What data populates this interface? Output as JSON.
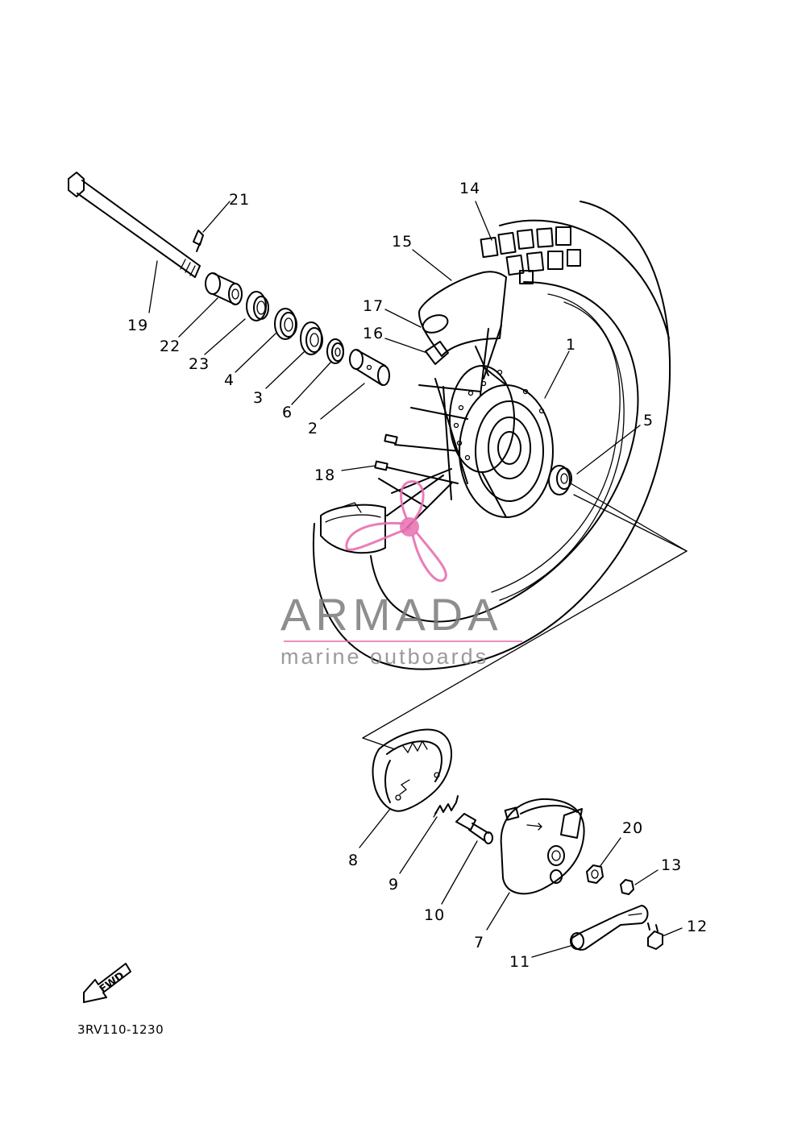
{
  "diagram": {
    "drawing_code": "3RV110-1230",
    "direction_arrow_label": "FWD",
    "part_labels": [
      "1",
      "2",
      "3",
      "4",
      "5",
      "6",
      "7",
      "8",
      "9",
      "10",
      "11",
      "12",
      "13",
      "14",
      "15",
      "16",
      "17",
      "18",
      "19",
      "20",
      "21",
      "22",
      "23"
    ]
  },
  "watermark": {
    "brand": "ARMADA",
    "tagline": "marine outboards",
    "logo_color": "#e86fb0"
  }
}
